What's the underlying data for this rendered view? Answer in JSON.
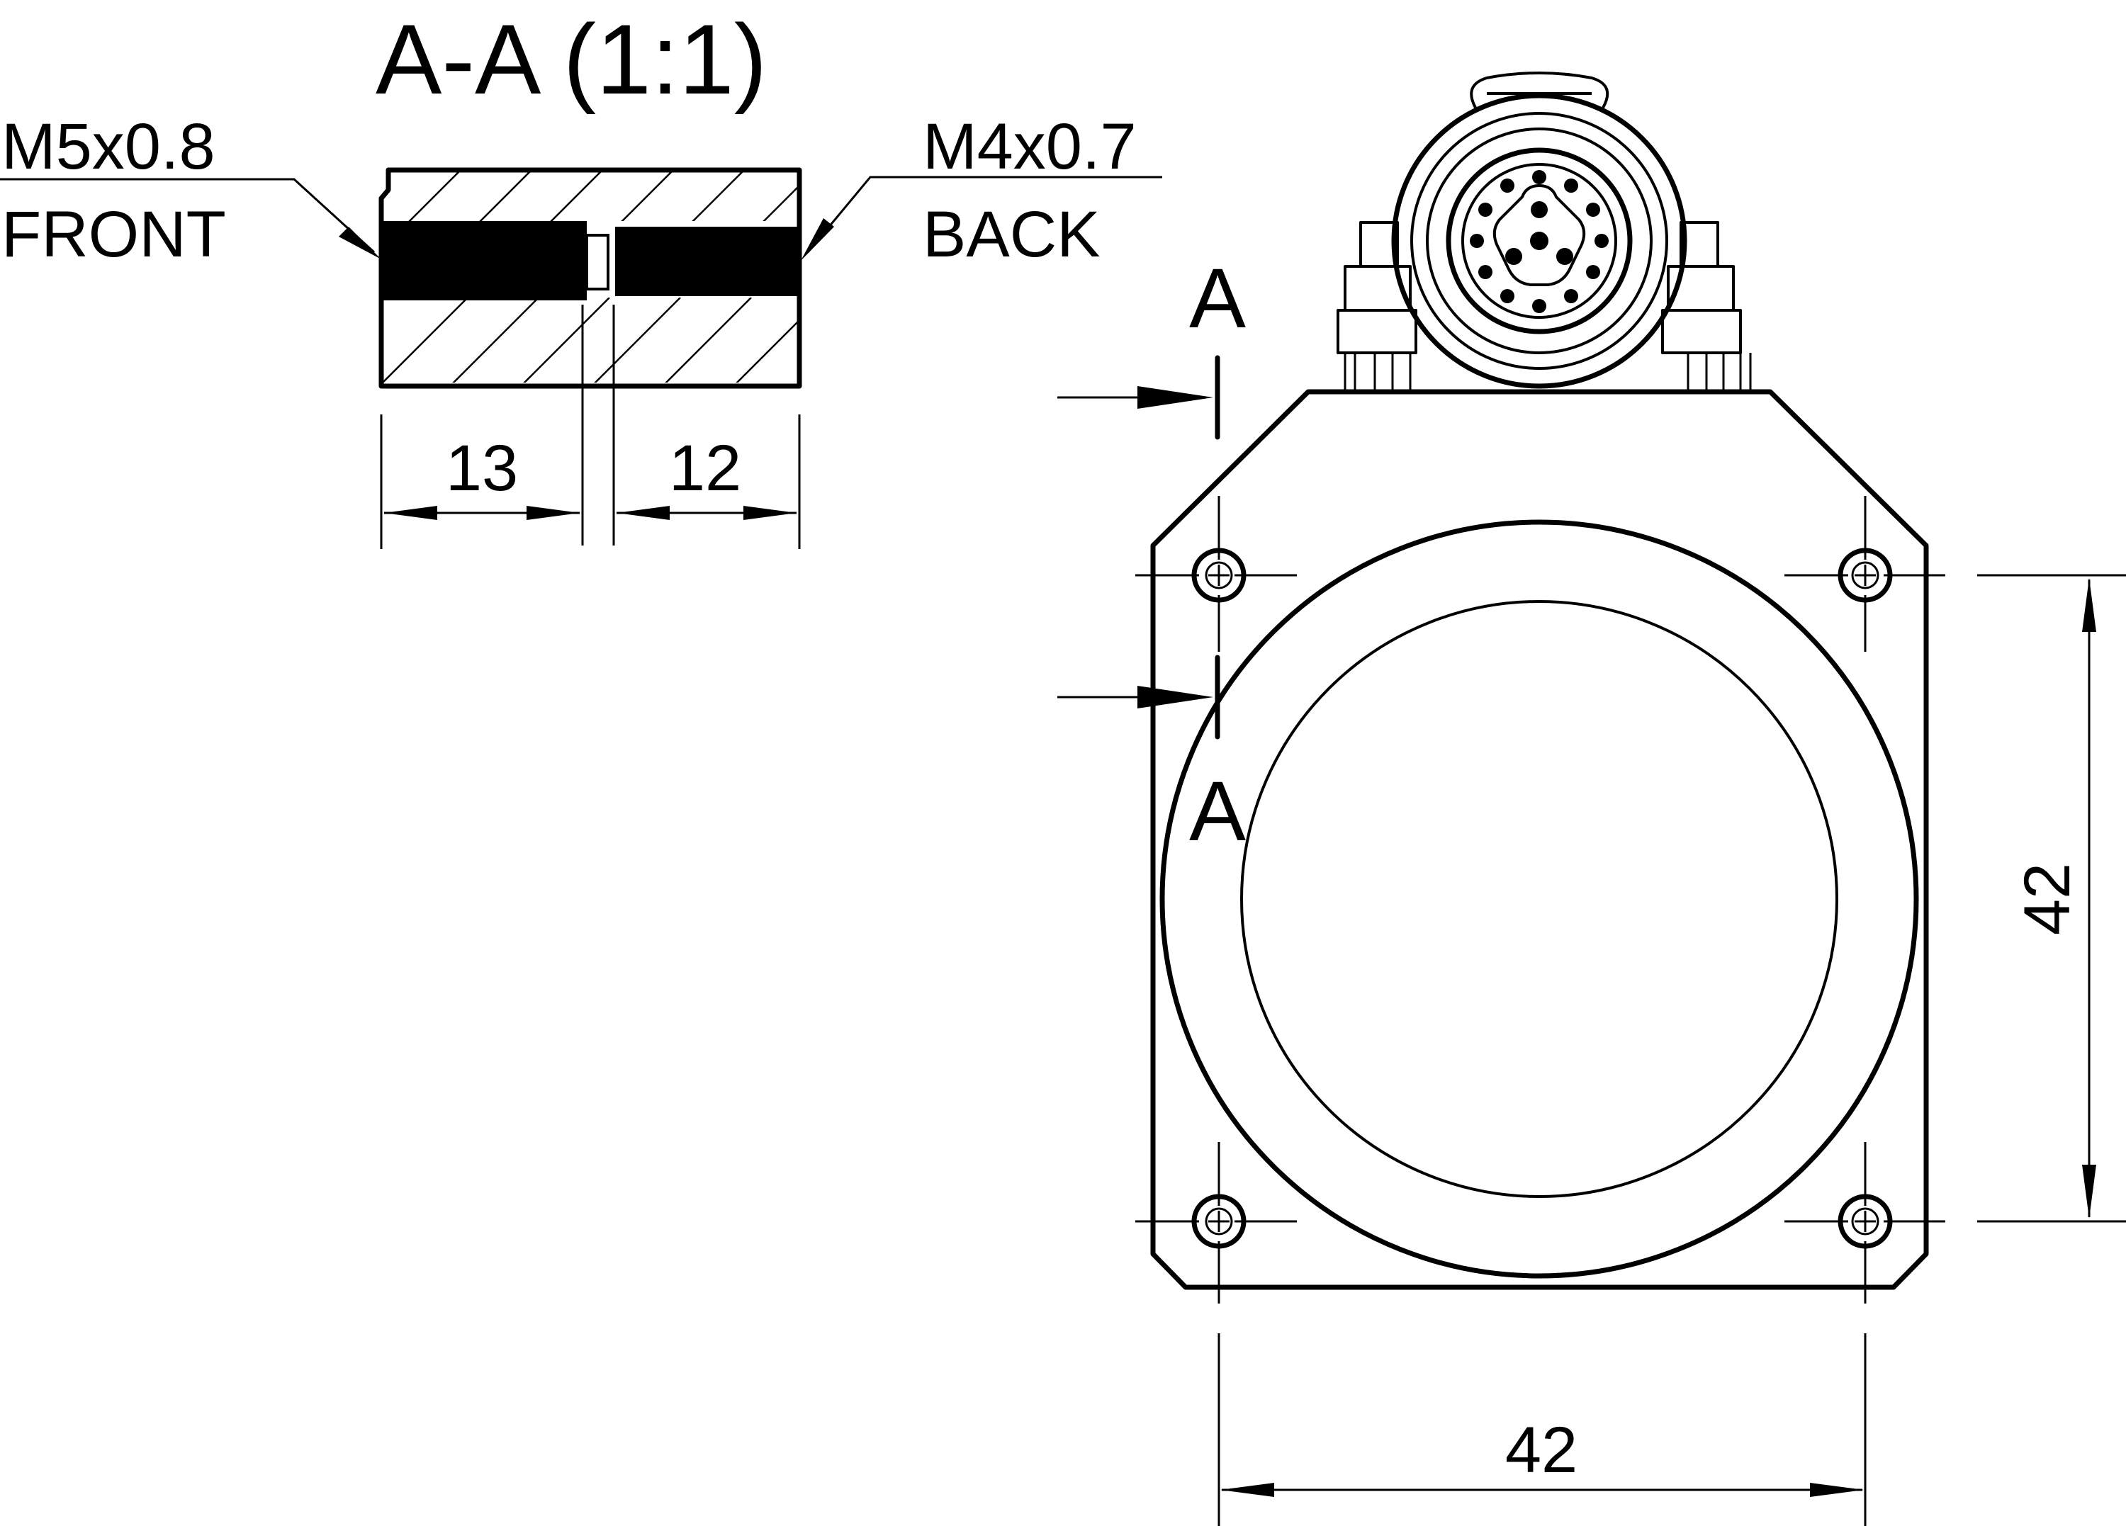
{
  "section": {
    "title": "A-A (1:1)",
    "front_thread": "M5x0.8",
    "front_label": "FRONT",
    "back_thread": "M4x0.7",
    "back_label": "BACK",
    "dim_front_depth": "13",
    "dim_back_depth": "12"
  },
  "main_view": {
    "section_marker_top": "A",
    "section_marker_bottom": "A",
    "dim_height": "42",
    "dim_width": "42"
  }
}
